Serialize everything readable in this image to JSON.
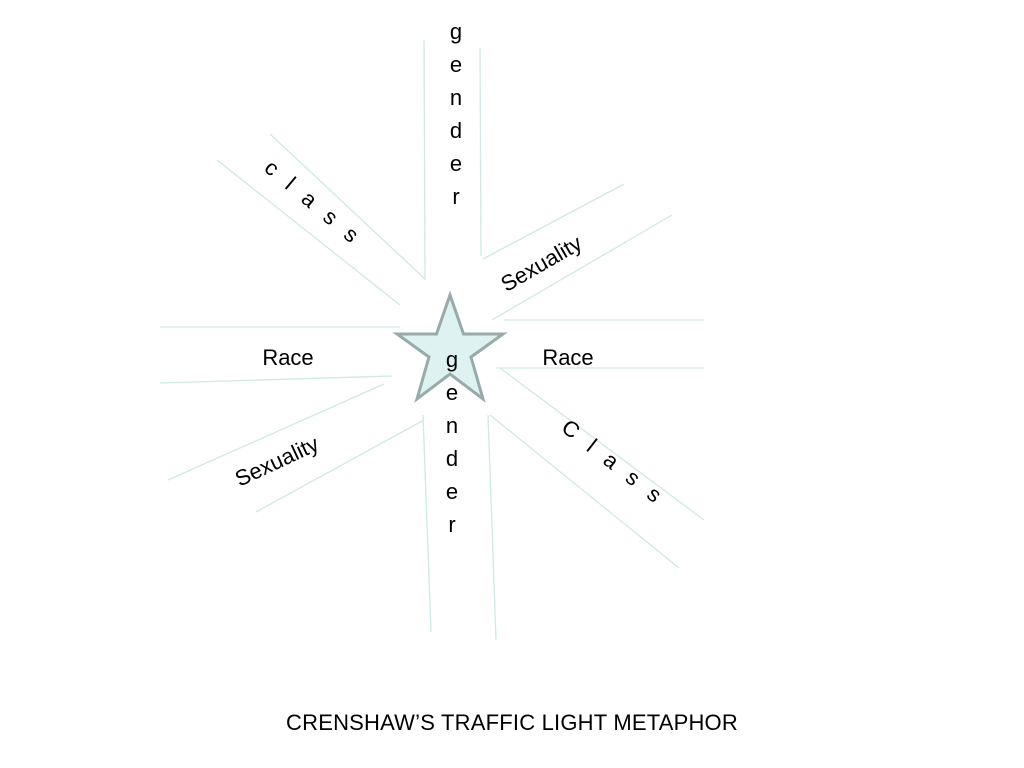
{
  "diagram": {
    "labels": {
      "gender_top": "gender",
      "gender_bottom": "gender",
      "class_top_left": "c l a s s",
      "class_bottom_right": "C l a s s",
      "sexuality_top_right": "Sexuality",
      "sexuality_bottom_left": "Sexuality",
      "race_left": "Race",
      "race_right": "Race"
    },
    "caption": "CRENSHAW’S  TRAFFIC LIGHT METAPHOR",
    "colors": {
      "road_line": "#cfe9e6",
      "star_fill": "#dff2f2",
      "star_stroke": "#97abab",
      "text": "#000000"
    }
  }
}
